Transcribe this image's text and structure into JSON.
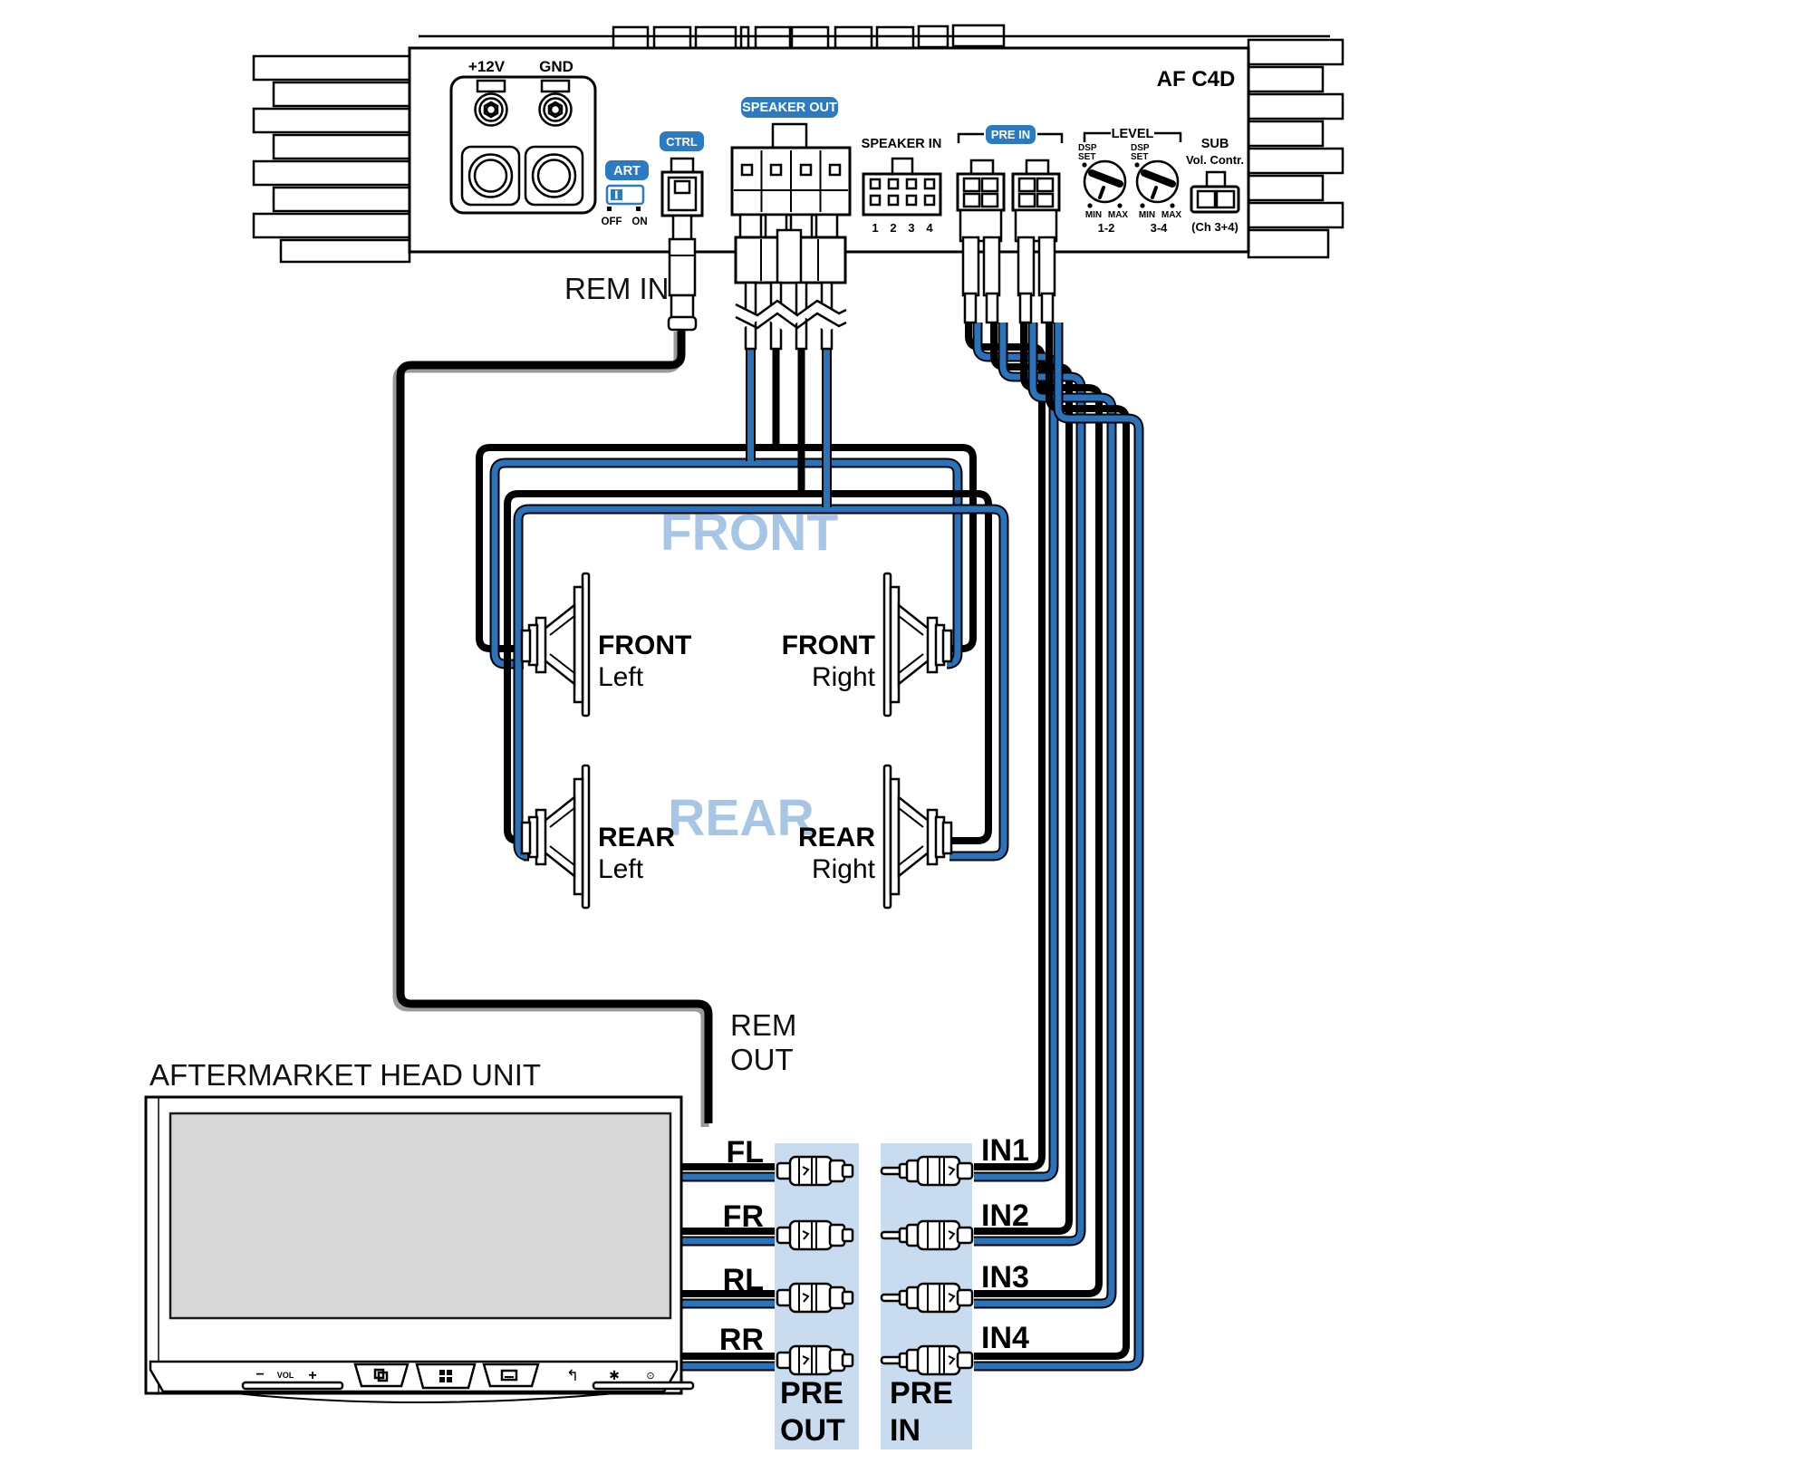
{
  "amp": {
    "model": "AF C4D",
    "power": {
      "plus12": "+12V",
      "gnd": "GND"
    },
    "art": {
      "label": "ART",
      "off": "OFF",
      "on": "ON"
    },
    "ctrl": {
      "label": "CTRL"
    },
    "speaker_out": {
      "label": "SPEAKER OUT"
    },
    "speaker_in": {
      "label": "SPEAKER IN",
      "channels": [
        "1",
        "2",
        "3",
        "4"
      ]
    },
    "pre_in": {
      "label": "PRE IN"
    },
    "level": {
      "label": "LEVEL",
      "dsp_line1": "DSP",
      "dsp_line2": "SET",
      "min": "MIN",
      "max": "MAX",
      "ch12": "1-2",
      "ch34": "3-4"
    },
    "sub": {
      "line1": "SUB",
      "line2": "Vol. Contr.",
      "ch": "(Ch 3+4)"
    }
  },
  "wires": {
    "rem_in": "REM IN",
    "rem_out_line1": "REM",
    "rem_out_line2": "OUT"
  },
  "zones": {
    "front": "FRONT",
    "rear": "REAR"
  },
  "speakers": {
    "front_left": {
      "line1": "FRONT",
      "line2": "Left"
    },
    "front_right": {
      "line1": "FRONT",
      "line2": "Right"
    },
    "rear_left": {
      "line1": "REAR",
      "line2": "Left"
    },
    "rear_right": {
      "line1": "REAR",
      "line2": "Right"
    }
  },
  "head_unit": {
    "title": "AFTERMARKET HEAD UNIT",
    "vol_minus": "−",
    "vol_label": "VOL",
    "vol_plus": "+"
  },
  "rca": {
    "pre_out": {
      "rows": [
        "FL",
        "FR",
        "RL",
        "RR"
      ],
      "line1": "PRE",
      "line2": "OUT"
    },
    "pre_in": {
      "rows": [
        "IN1",
        "IN2",
        "IN3",
        "IN4"
      ],
      "line1": "PRE",
      "line2": "IN"
    }
  },
  "colors": {
    "badge_blue": "#2b7ac2",
    "wire_blue": "#2a72b9",
    "zone_title_blue": "#a7c6e6",
    "rca_column_bg": "#c8dbef",
    "rem_shadow_gray": "#9a9a9a",
    "screen_gray": "#d8d8d8"
  }
}
